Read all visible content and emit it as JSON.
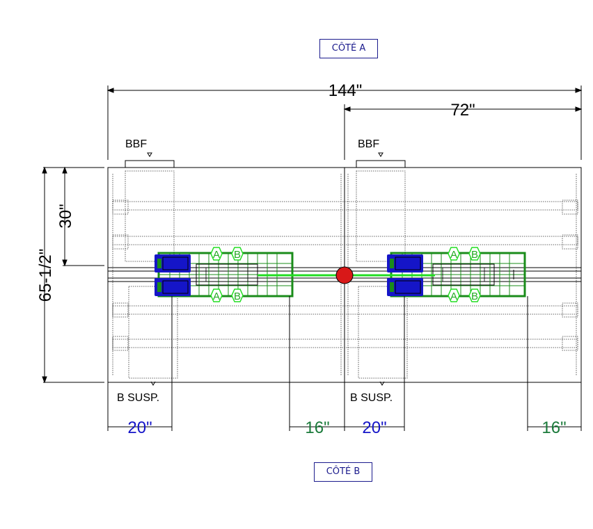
{
  "labels": {
    "side_a": "CÔTÉ A",
    "side_b": "CÔTÉ B",
    "bbf_left": "BBF",
    "bbf_right": "BBF",
    "bsusp_left": "B SUSP.",
    "bsusp_right": "B SUSP."
  },
  "dimensions": {
    "overall_width": "144\"",
    "half_width": "72\"",
    "overall_height": "65-1/2\"",
    "half_height": "30\"",
    "left_offset_left": "20\"",
    "right_offset_left": "16\"",
    "left_offset_right": "20\"",
    "right_offset_right": "16\""
  },
  "markers": {
    "a": "A",
    "b": "B"
  },
  "colors": {
    "line": "#000000",
    "green": "#1a8c1a",
    "bright_green": "#22dd22",
    "blue": "#1515c8",
    "dim_blue": "#1515c8",
    "dim_green": "#1a7a3a",
    "center_dot": "#d81818"
  }
}
